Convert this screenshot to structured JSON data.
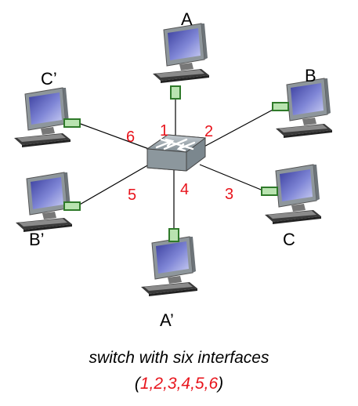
{
  "hosts": {
    "A": "A",
    "B": "B",
    "C": "C",
    "A_prime": "A’",
    "B_prime": "B’",
    "C_prime": "C’"
  },
  "ports": [
    "1",
    "2",
    "3",
    "4",
    "5",
    "6"
  ],
  "caption": {
    "line1": "switch with six interfaces",
    "open_paren": "(",
    "interfaces": "1,2,3,4,5,6",
    "close_paren": ")"
  },
  "colors": {
    "port_label": "#e8141c",
    "adapter_fill": "#b9e3b0",
    "adapter_stroke": "#2f7a2a",
    "screen": "#4a4fb0",
    "switch_body": "#9aa6ad"
  }
}
